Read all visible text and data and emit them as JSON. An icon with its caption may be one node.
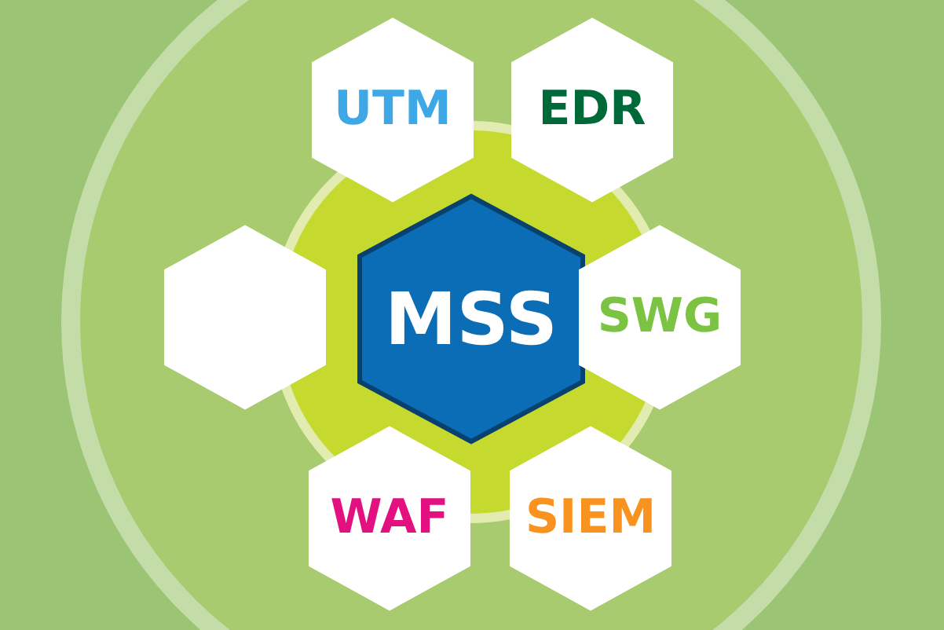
{
  "diagram": {
    "nodes": [
      {
        "text": [
          "MSS"
        ]
      },
      {
        "text": [
          "UTM"
        ]
      },
      {
        "text": [
          "EDR"
        ]
      },
      {
        "text": [],
        "shape": "hexagon"
      },
      {
        "text": [
          "SWG"
        ]
      },
      {
        "text": [
          "WAF"
        ]
      },
      {
        "text": [
          "SIEM"
        ]
      }
    ]
  }
}
